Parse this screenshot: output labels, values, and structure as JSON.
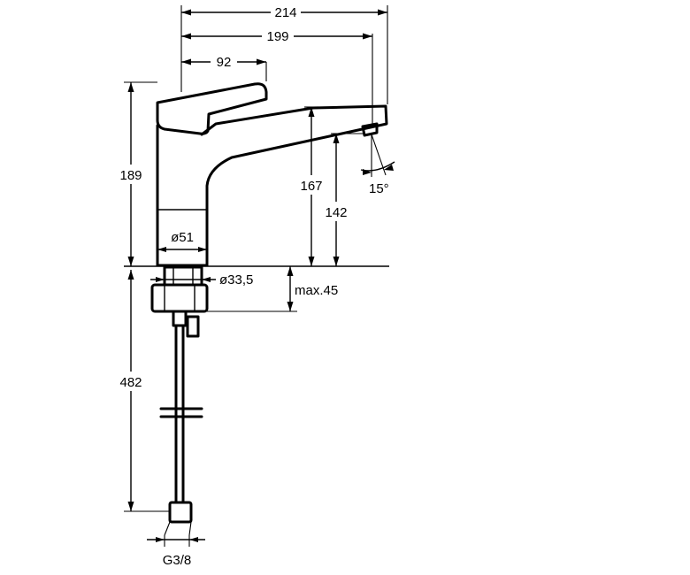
{
  "dimensions": {
    "total_length": "214",
    "spout_reach": "199",
    "lever_length": "92",
    "total_height": "189",
    "spout_height": "167",
    "outlet_height": "142",
    "spout_angle": "15°",
    "body_diameter": "ø51",
    "shank_diameter": "ø33,5",
    "max_deck_thickness": "max.45",
    "hose_length": "482",
    "connection_thread": "G3/8"
  }
}
